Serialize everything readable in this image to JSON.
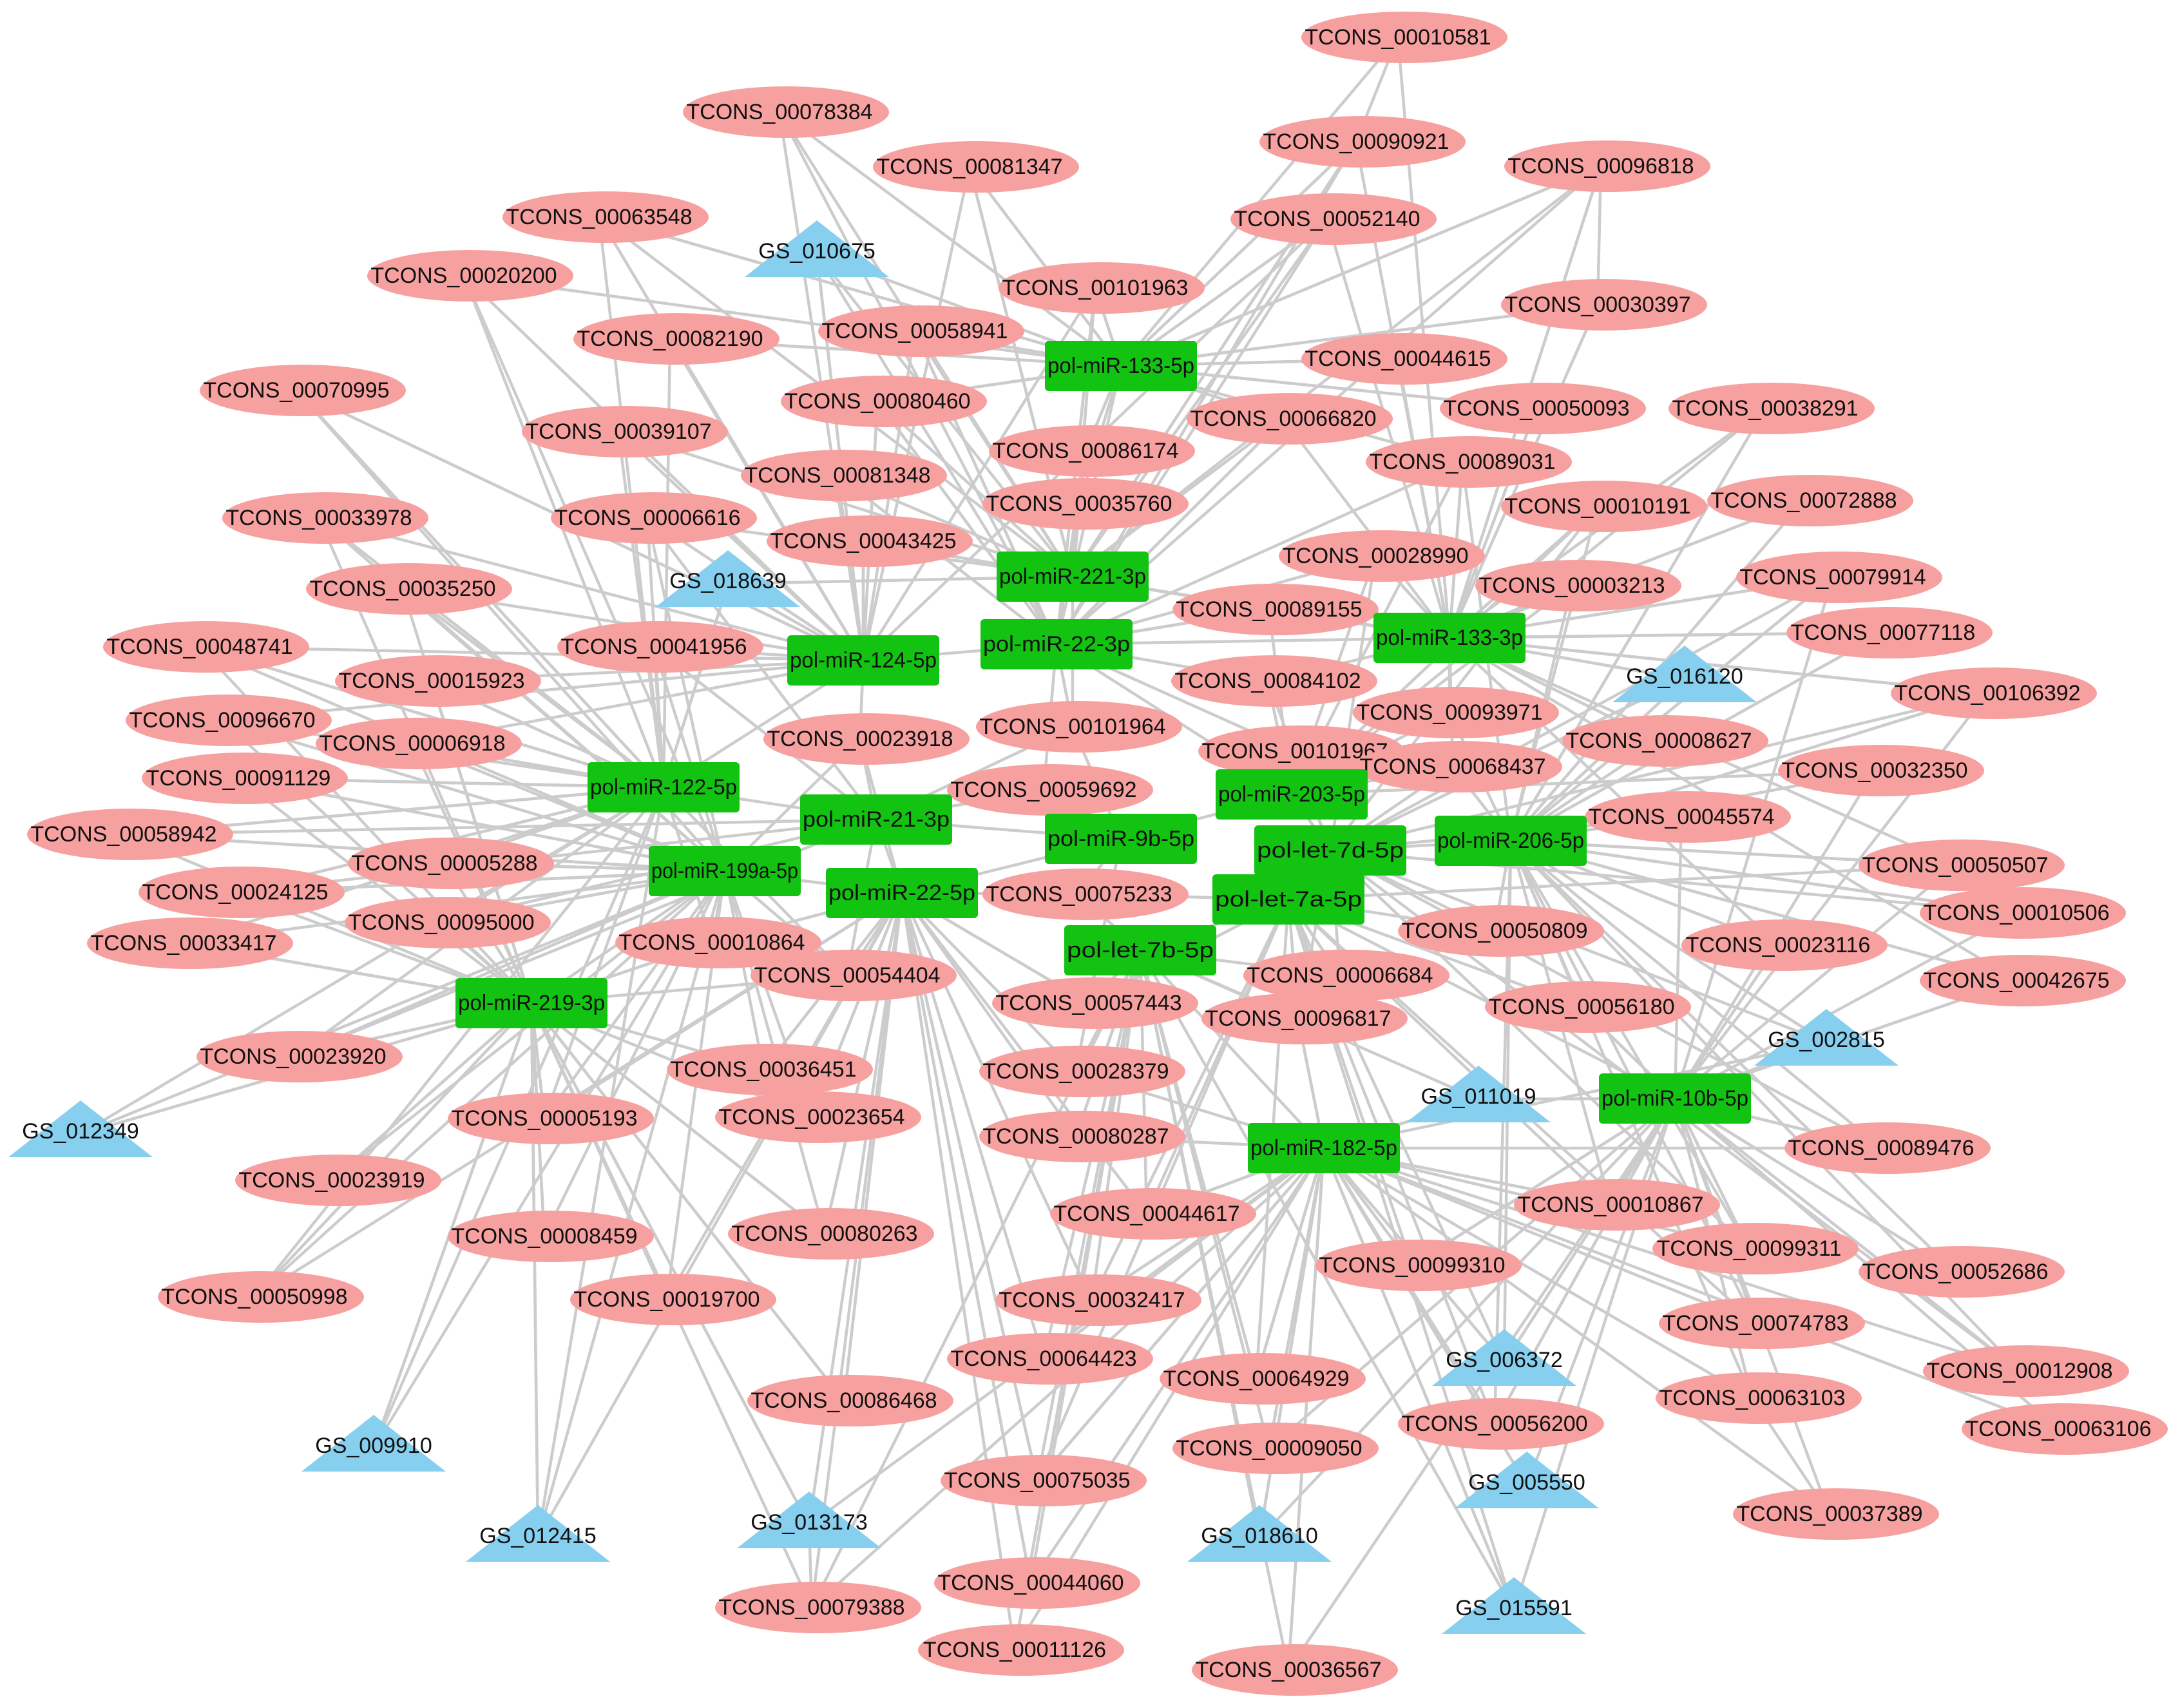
{
  "colors": {
    "lncrna": "#f7a0a0",
    "mirna": "#12c312",
    "gene": "#87cfef",
    "edge": "#cccccc",
    "background": "#ffffff"
  },
  "node_types": {
    "lncrna": "ellipse",
    "mirna": "rectangle",
    "gene": "triangle"
  },
  "mirnas": [
    "pol-miR-133-5p",
    "pol-miR-221-3p",
    "pol-miR-22-3p",
    "pol-miR-124-5p",
    "pol-miR-133-3p",
    "pol-miR-122-5p",
    "pol-miR-21-3p",
    "pol-miR-203-5p",
    "pol-miR-9b-5p",
    "pol-let-7d-5p",
    "pol-miR-206-5p",
    "pol-miR-199a-5p",
    "pol-miR-22-5p",
    "pol-let-7a-5p",
    "pol-let-7b-5p",
    "pol-miR-219-3p",
    "pol-miR-10b-5p",
    "pol-miR-182-5p"
  ],
  "genes": [
    "GS_010675",
    "GS_018639",
    "GS_016120",
    "GS_002815",
    "GS_011019",
    "GS_012349",
    "GS_006372",
    "GS_005550",
    "GS_009910",
    "GS_012415",
    "GS_013173",
    "GS_018610",
    "GS_015591"
  ],
  "lncrnas": [
    "TCONS_00010581",
    "TCONS_00078384",
    "TCONS_00090921",
    "TCONS_00081347",
    "TCONS_00096818",
    "TCONS_00063548",
    "TCONS_00052140",
    "TCONS_00020200",
    "TCONS_00101963",
    "TCONS_00030397",
    "TCONS_00082190",
    "TCONS_00058941",
    "TCONS_00044615",
    "TCONS_00070995",
    "TCONS_00080460",
    "TCONS_00050093",
    "TCONS_00038291",
    "TCONS_00066820",
    "TCONS_00039107",
    "TCONS_00086174",
    "TCONS_00089031",
    "TCONS_00081348",
    "TCONS_00035760",
    "TCONS_00010191",
    "TCONS_00072888",
    "TCONS_00033978",
    "TCONS_00006616",
    "TCONS_00043425",
    "TCONS_00028990",
    "TCONS_00079914",
    "TCONS_00003213",
    "TCONS_00035250",
    "TCONS_00089155",
    "TCONS_00077118",
    "TCONS_00048741",
    "TCONS_00041956",
    "TCONS_00015923",
    "TCONS_00084102",
    "TCONS_00106392",
    "TCONS_00093971",
    "TCONS_00096670",
    "TCONS_00101964",
    "TCONS_00008627",
    "TCONS_00006918",
    "TCONS_00023918",
    "TCONS_00101967",
    "TCONS_00091129",
    "TCONS_00068437",
    "TCONS_00032350",
    "TCONS_00059692",
    "TCONS_00058942",
    "TCONS_00045574",
    "TCONS_00005288",
    "TCONS_00024125",
    "TCONS_00075233",
    "TCONS_00050507",
    "TCONS_00095000",
    "TCONS_00010506",
    "TCONS_00033417",
    "TCONS_00010864",
    "TCONS_00050809",
    "TCONS_00023116",
    "TCONS_00054404",
    "TCONS_00006684",
    "TCONS_00042675",
    "TCONS_00057443",
    "TCONS_00056180",
    "TCONS_00096817",
    "TCONS_00023920",
    "TCONS_00036451",
    "TCONS_00028379",
    "TCONS_00005193",
    "TCONS_00023654",
    "TCONS_00080287",
    "TCONS_00089476",
    "TCONS_00023919",
    "TCONS_00044617",
    "TCONS_00010867",
    "TCONS_00008459",
    "TCONS_00080263",
    "TCONS_00099311",
    "TCONS_00052686",
    "TCONS_00099310",
    "TCONS_00050998",
    "TCONS_00019700",
    "TCONS_00032417",
    "TCONS_00074783",
    "TCONS_00064423",
    "TCONS_00064929",
    "TCONS_00012908",
    "TCONS_00086468",
    "TCONS_00063103",
    "TCONS_00056200",
    "TCONS_00063106",
    "TCONS_00009050",
    "TCONS_00075035",
    "TCONS_00037389",
    "TCONS_00044060",
    "TCONS_00079388",
    "TCONS_00011126",
    "TCONS_00036567"
  ],
  "edges": [
    [
      "TCONS_00010581",
      "TCONS_00090921"
    ],
    [
      "TCONS_00090921",
      "pol-miR-133-5p"
    ],
    [
      "TCONS_00090921",
      "pol-miR-221-3p"
    ],
    [
      "TCONS_00078384",
      "pol-miR-133-5p"
    ],
    [
      "TCONS_00078384",
      "pol-miR-22-3p"
    ],
    [
      "TCONS_00081347",
      "pol-miR-133-5p"
    ],
    [
      "TCONS_00081347",
      "pol-miR-124-5p"
    ],
    [
      "TCONS_00081347",
      "pol-miR-221-3p"
    ],
    [
      "TCONS_00096818",
      "pol-miR-133-5p"
    ],
    [
      "TCONS_00096818",
      "pol-miR-133-3p"
    ],
    [
      "TCONS_00096818",
      "pol-miR-22-3p"
    ],
    [
      "TCONS_00096818",
      "TCONS_00030397"
    ],
    [
      "TCONS_00063548",
      "pol-miR-133-5p"
    ],
    [
      "TCONS_00063548",
      "pol-miR-124-5p"
    ],
    [
      "TCONS_00052140",
      "pol-miR-133-5p"
    ],
    [
      "TCONS_00052140",
      "pol-miR-221-3p"
    ],
    [
      "TCONS_00052140",
      "pol-miR-22-3p"
    ],
    [
      "TCONS_00052140",
      "pol-miR-124-5p"
    ],
    [
      "TCONS_00020200",
      "pol-miR-133-5p"
    ],
    [
      "TCONS_00020200",
      "pol-miR-124-5p"
    ],
    [
      "TCONS_00101963",
      "pol-miR-133-5p"
    ],
    [
      "TCONS_00101963",
      "pol-miR-22-3p"
    ],
    [
      "TCONS_00101963",
      "pol-miR-221-3p"
    ],
    [
      "TCONS_00030397",
      "pol-miR-133-3p"
    ],
    [
      "TCONS_00030397",
      "pol-miR-133-5p"
    ],
    [
      "TCONS_00082190",
      "pol-miR-124-5p"
    ],
    [
      "TCONS_00082190",
      "pol-miR-133-5p"
    ],
    [
      "TCONS_00058941",
      "pol-miR-133-5p"
    ],
    [
      "TCONS_00058941",
      "pol-miR-22-3p"
    ],
    [
      "TCONS_00044615",
      "pol-miR-133-5p"
    ],
    [
      "TCONS_00044615",
      "pol-miR-133-3p"
    ],
    [
      "TCONS_00070995",
      "pol-miR-124-5p"
    ],
    [
      "TCONS_00070995",
      "pol-miR-122-5p"
    ],
    [
      "TCONS_00080460",
      "pol-miR-133-5p"
    ],
    [
      "TCONS_00080460",
      "pol-miR-22-3p"
    ],
    [
      "TCONS_00050093",
      "pol-miR-133-3p"
    ],
    [
      "TCONS_00050093",
      "pol-miR-133-5p"
    ],
    [
      "TCONS_00038291",
      "pol-miR-133-3p"
    ],
    [
      "TCONS_00038291",
      "pol-miR-206-5p"
    ],
    [
      "TCONS_00066820",
      "pol-miR-133-5p"
    ],
    [
      "TCONS_00066820",
      "pol-miR-22-3p"
    ],
    [
      "TCONS_00039107",
      "pol-miR-124-5p"
    ],
    [
      "TCONS_00039107",
      "pol-miR-221-3p"
    ],
    [
      "TCONS_00086174",
      "pol-miR-133-5p"
    ],
    [
      "TCONS_00086174",
      "pol-miR-22-3p"
    ],
    [
      "TCONS_00086174",
      "pol-miR-221-3p"
    ],
    [
      "TCONS_00089031",
      "pol-miR-133-3p"
    ],
    [
      "TCONS_00089031",
      "pol-miR-22-3p"
    ],
    [
      "TCONS_00081348",
      "pol-miR-124-5p"
    ],
    [
      "TCONS_00081348",
      "pol-miR-22-3p"
    ],
    [
      "TCONS_00035760",
      "pol-miR-221-3p"
    ],
    [
      "TCONS_00035760",
      "pol-miR-133-5p"
    ],
    [
      "TCONS_00010191",
      "pol-miR-133-3p"
    ],
    [
      "TCONS_00010191",
      "pol-miR-203-5p"
    ],
    [
      "TCONS_00072888",
      "pol-miR-133-3p"
    ],
    [
      "TCONS_00072888",
      "pol-miR-206-5p"
    ],
    [
      "TCONS_00033978",
      "pol-miR-124-5p"
    ],
    [
      "TCONS_00033978",
      "pol-miR-122-5p"
    ],
    [
      "TCONS_00006616",
      "pol-miR-124-5p"
    ],
    [
      "TCONS_00006616",
      "pol-miR-221-3p"
    ],
    [
      "TCONS_00043425",
      "pol-miR-124-5p"
    ],
    [
      "TCONS_00043425",
      "pol-miR-221-3p"
    ],
    [
      "TCONS_00028990",
      "pol-miR-133-3p"
    ],
    [
      "TCONS_00028990",
      "pol-miR-22-3p"
    ],
    [
      "TCONS_00079914",
      "pol-miR-133-3p"
    ],
    [
      "TCONS_00079914",
      "pol-miR-206-5p"
    ],
    [
      "TCONS_00003213",
      "pol-miR-133-3p"
    ],
    [
      "TCONS_00003213",
      "pol-miR-203-5p"
    ],
    [
      "TCONS_00035250",
      "pol-miR-124-5p"
    ],
    [
      "TCONS_00035250",
      "pol-miR-122-5p"
    ],
    [
      "TCONS_00089155",
      "pol-miR-22-3p"
    ],
    [
      "TCONS_00089155",
      "pol-miR-133-3p"
    ],
    [
      "TCONS_00077118",
      "pol-miR-206-5p"
    ],
    [
      "TCONS_00077118",
      "pol-miR-133-3p"
    ],
    [
      "TCONS_00048741",
      "pol-miR-124-5p"
    ],
    [
      "TCONS_00048741",
      "pol-miR-122-5p"
    ],
    [
      "TCONS_00041956",
      "pol-miR-124-5p"
    ],
    [
      "TCONS_00041956",
      "pol-miR-21-3p"
    ],
    [
      "TCONS_00015923",
      "pol-miR-124-5p"
    ],
    [
      "TCONS_00015923",
      "pol-miR-122-5p"
    ],
    [
      "TCONS_00084102",
      "pol-miR-22-3p"
    ],
    [
      "TCONS_00084102",
      "pol-miR-203-5p"
    ],
    [
      "TCONS_00106392",
      "pol-miR-206-5p"
    ],
    [
      "TCONS_00106392",
      "pol-miR-133-3p"
    ],
    [
      "TCONS_00093971",
      "pol-miR-133-3p"
    ],
    [
      "TCONS_00093971",
      "pol-miR-203-5p"
    ],
    [
      "TCONS_00096670",
      "pol-miR-122-5p"
    ],
    [
      "TCONS_00096670",
      "pol-miR-124-5p"
    ],
    [
      "TCONS_00101964",
      "pol-miR-22-3p"
    ],
    [
      "TCONS_00101964",
      "pol-miR-9b-5p"
    ],
    [
      "TCONS_00008627",
      "pol-miR-206-5p"
    ],
    [
      "TCONS_00008627",
      "pol-miR-133-3p"
    ],
    [
      "TCONS_00006918",
      "pol-miR-122-5p"
    ],
    [
      "TCONS_00006918",
      "pol-miR-124-5p"
    ],
    [
      "TCONS_00023918",
      "pol-miR-124-5p"
    ],
    [
      "TCONS_00023918",
      "pol-miR-21-3p"
    ],
    [
      "TCONS_00101967",
      "pol-miR-203-5p"
    ],
    [
      "TCONS_00101967",
      "pol-miR-22-3p"
    ],
    [
      "TCONS_00091129",
      "pol-miR-122-5p"
    ],
    [
      "TCONS_00091129",
      "pol-miR-199a-5p"
    ],
    [
      "TCONS_00068437",
      "pol-miR-203-5p"
    ],
    [
      "TCONS_00068437",
      "pol-miR-206-5p"
    ],
    [
      "TCONS_00032350",
      "pol-miR-206-5p"
    ],
    [
      "TCONS_00032350",
      "pol-miR-203-5p"
    ],
    [
      "TCONS_00059692",
      "pol-miR-21-3p"
    ],
    [
      "TCONS_00059692",
      "pol-miR-9b-5p"
    ],
    [
      "TCONS_00058942",
      "pol-miR-122-5p"
    ],
    [
      "TCONS_00058942",
      "pol-miR-199a-5p"
    ],
    [
      "TCONS_00045574",
      "pol-miR-206-5p"
    ],
    [
      "TCONS_00045574",
      "pol-let-7d-5p"
    ],
    [
      "TCONS_00005288",
      "pol-miR-122-5p"
    ],
    [
      "TCONS_00005288",
      "pol-miR-199a-5p"
    ],
    [
      "TCONS_00024125",
      "pol-miR-199a-5p"
    ],
    [
      "TCONS_00024125",
      "pol-miR-122-5p"
    ],
    [
      "TCONS_00075233",
      "pol-miR-22-5p"
    ],
    [
      "TCONS_00075233",
      "pol-let-7a-5p"
    ],
    [
      "TCONS_00050507",
      "pol-miR-206-5p"
    ],
    [
      "TCONS_00050507",
      "pol-let-7a-5p"
    ],
    [
      "TCONS_00095000",
      "pol-miR-199a-5p"
    ],
    [
      "TCONS_00095000",
      "pol-miR-219-3p"
    ],
    [
      "TCONS_00010506",
      "pol-miR-206-5p"
    ],
    [
      "TCONS_00010506",
      "pol-let-7d-5p"
    ],
    [
      "TCONS_00033417",
      "pol-miR-219-3p"
    ],
    [
      "TCONS_00033417",
      "pol-miR-122-5p"
    ],
    [
      "TCONS_00010864",
      "pol-miR-22-5p"
    ],
    [
      "TCONS_00010864",
      "pol-miR-219-3p"
    ],
    [
      "TCONS_00050809",
      "pol-let-7a-5p"
    ],
    [
      "TCONS_00050809",
      "pol-miR-206-5p"
    ],
    [
      "TCONS_00023116",
      "pol-miR-206-5p"
    ],
    [
      "TCONS_00023116",
      "pol-miR-10b-5p"
    ],
    [
      "TCONS_00054404",
      "pol-miR-22-5p"
    ],
    [
      "TCONS_00054404",
      "pol-miR-219-3p"
    ],
    [
      "TCONS_00006684",
      "pol-let-7b-5p"
    ],
    [
      "TCONS_00006684",
      "pol-let-7a-5p"
    ],
    [
      "TCONS_00042675",
      "pol-miR-206-5p"
    ],
    [
      "TCONS_00042675",
      "pol-miR-10b-5p"
    ],
    [
      "TCONS_00057443",
      "pol-let-7b-5p"
    ],
    [
      "TCONS_00057443",
      "pol-miR-22-5p"
    ],
    [
      "TCONS_00056180",
      "pol-miR-10b-5p"
    ],
    [
      "TCONS_00056180",
      "pol-let-7a-5p"
    ],
    [
      "TCONS_00096817",
      "pol-let-7b-5p"
    ],
    [
      "TCONS_00096817",
      "pol-miR-182-5p"
    ],
    [
      "TCONS_00023920",
      "pol-miR-219-3p"
    ],
    [
      "TCONS_00036451",
      "pol-miR-219-3p"
    ],
    [
      "TCONS_00036451",
      "pol-miR-22-5p"
    ],
    [
      "TCONS_00028379",
      "pol-let-7b-5p"
    ],
    [
      "TCONS_00028379",
      "pol-miR-182-5p"
    ],
    [
      "TCONS_00005193",
      "pol-miR-219-3p"
    ],
    [
      "TCONS_00023654",
      "pol-miR-219-3p"
    ],
    [
      "TCONS_00023654",
      "pol-miR-22-5p"
    ],
    [
      "TCONS_00080287",
      "pol-miR-182-5p"
    ],
    [
      "TCONS_00080287",
      "pol-let-7b-5p"
    ],
    [
      "TCONS_00089476",
      "pol-miR-10b-5p"
    ],
    [
      "TCONS_00023919",
      "pol-miR-219-3p"
    ],
    [
      "TCONS_00044617",
      "pol-miR-182-5p"
    ],
    [
      "TCONS_00044617",
      "pol-miR-22-5p"
    ],
    [
      "TCONS_00010867",
      "pol-miR-10b-5p"
    ],
    [
      "TCONS_00010867",
      "pol-miR-182-5p"
    ],
    [
      "TCONS_00008459",
      "pol-miR-219-3p"
    ],
    [
      "TCONS_00080263",
      "pol-miR-219-3p"
    ],
    [
      "TCONS_00080263",
      "pol-miR-22-5p"
    ],
    [
      "TCONS_00099311",
      "pol-miR-10b-5p"
    ],
    [
      "TCONS_00052686",
      "pol-miR-10b-5p"
    ],
    [
      "TCONS_00099310",
      "pol-miR-182-5p"
    ],
    [
      "TCONS_00099310",
      "pol-miR-10b-5p"
    ],
    [
      "TCONS_00050998",
      "pol-miR-219-3p"
    ],
    [
      "TCONS_00019700",
      "pol-miR-219-3p"
    ],
    [
      "TCONS_00019700",
      "pol-miR-22-5p"
    ],
    [
      "TCONS_00032417",
      "pol-miR-182-5p"
    ],
    [
      "TCONS_00032417",
      "pol-miR-22-5p"
    ],
    [
      "TCONS_00074783",
      "pol-miR-10b-5p"
    ],
    [
      "TCONS_00064423",
      "pol-miR-182-5p"
    ],
    [
      "TCONS_00064423",
      "pol-miR-22-5p"
    ],
    [
      "TCONS_00064929",
      "pol-miR-182-5p"
    ],
    [
      "TCONS_00012908",
      "pol-miR-10b-5p"
    ],
    [
      "TCONS_00086468",
      "pol-miR-22-5p"
    ],
    [
      "TCONS_00086468",
      "pol-miR-219-3p"
    ],
    [
      "TCONS_00063103",
      "pol-miR-10b-5p"
    ],
    [
      "TCONS_00056200",
      "pol-miR-182-5p"
    ],
    [
      "TCONS_00056200",
      "pol-miR-10b-5p"
    ],
    [
      "TCONS_00063106",
      "pol-miR-10b-5p"
    ],
    [
      "TCONS_00009050",
      "pol-miR-182-5p"
    ],
    [
      "TCONS_00075035",
      "pol-miR-22-5p"
    ],
    [
      "TCONS_00075035",
      "pol-miR-182-5p"
    ],
    [
      "TCONS_00037389",
      "TCONS_00063103"
    ],
    [
      "TCONS_00044060",
      "pol-miR-22-5p"
    ],
    [
      "TCONS_00044060",
      "pol-miR-182-5p"
    ],
    [
      "TCONS_00079388",
      "GS_013173"
    ],
    [
      "TCONS_00011126",
      "pol-miR-22-5p"
    ],
    [
      "TCONS_00036567",
      "pol-miR-182-5p"
    ],
    [
      "GS_010675",
      "pol-miR-133-5p"
    ],
    [
      "GS_010675",
      "pol-miR-124-5p"
    ],
    [
      "GS_018639",
      "pol-miR-124-5p"
    ],
    [
      "GS_018639",
      "pol-miR-221-3p"
    ],
    [
      "GS_018639",
      "pol-miR-122-5p"
    ],
    [
      "GS_016120",
      "pol-miR-133-3p"
    ],
    [
      "GS_016120",
      "pol-miR-206-5p"
    ],
    [
      "GS_002815",
      "pol-miR-10b-5p"
    ],
    [
      "GS_002815",
      "pol-miR-206-5p"
    ],
    [
      "GS_011019",
      "pol-miR-182-5p"
    ],
    [
      "GS_011019",
      "pol-let-7b-5p"
    ],
    [
      "GS_012349",
      "pol-miR-219-3p"
    ],
    [
      "GS_006372",
      "pol-miR-182-5p"
    ],
    [
      "GS_006372",
      "pol-miR-10b-5p"
    ],
    [
      "GS_005550",
      "pol-miR-182-5p"
    ],
    [
      "GS_009910",
      "pol-miR-219-3p"
    ],
    [
      "GS_012415",
      "pol-miR-219-3p"
    ],
    [
      "GS_013173",
      "pol-miR-219-3p"
    ],
    [
      "GS_013173",
      "pol-miR-22-5p"
    ],
    [
      "GS_018610",
      "pol-miR-182-5p"
    ],
    [
      "GS_015591",
      "pol-miR-182-5p"
    ],
    [
      "pol-miR-133-5p",
      "pol-miR-221-3p"
    ],
    [
      "pol-miR-221-3p",
      "pol-miR-22-3p"
    ],
    [
      "pol-miR-22-3p",
      "pol-miR-124-5p"
    ],
    [
      "pol-miR-124-5p",
      "pol-miR-122-5p"
    ],
    [
      "pol-miR-122-5p",
      "pol-miR-21-3p"
    ],
    [
      "pol-miR-21-3p",
      "pol-miR-22-5p"
    ],
    [
      "pol-miR-199a-5p",
      "pol-miR-22-5p"
    ],
    [
      "pol-miR-22-5p",
      "pol-miR-9b-5p"
    ],
    [
      "pol-miR-9b-5p",
      "pol-miR-203-5p"
    ],
    [
      "pol-miR-203-5p",
      "pol-let-7d-5p"
    ],
    [
      "pol-let-7d-5p",
      "pol-let-7a-5p"
    ],
    [
      "pol-let-7a-5p",
      "pol-let-7b-5p"
    ],
    [
      "pol-miR-206-5p",
      "pol-let-7d-5p"
    ],
    [
      "pol-miR-133-3p",
      "pol-miR-22-3p"
    ],
    [
      "pol-miR-219-3p",
      "pol-miR-199a-5p"
    ],
    [
      "pol-miR-182-5p",
      "pol-let-7b-5p"
    ],
    [
      "pol-miR-10b-5p",
      "pol-let-7a-5p"
    ],
    [
      "pol-miR-21-3p",
      "pol-miR-9b-5p"
    ],
    [
      "pol-miR-22-3p",
      "pol-miR-203-5p"
    ],
    [
      "pol-miR-221-3p",
      "pol-miR-133-3p"
    ]
  ]
}
